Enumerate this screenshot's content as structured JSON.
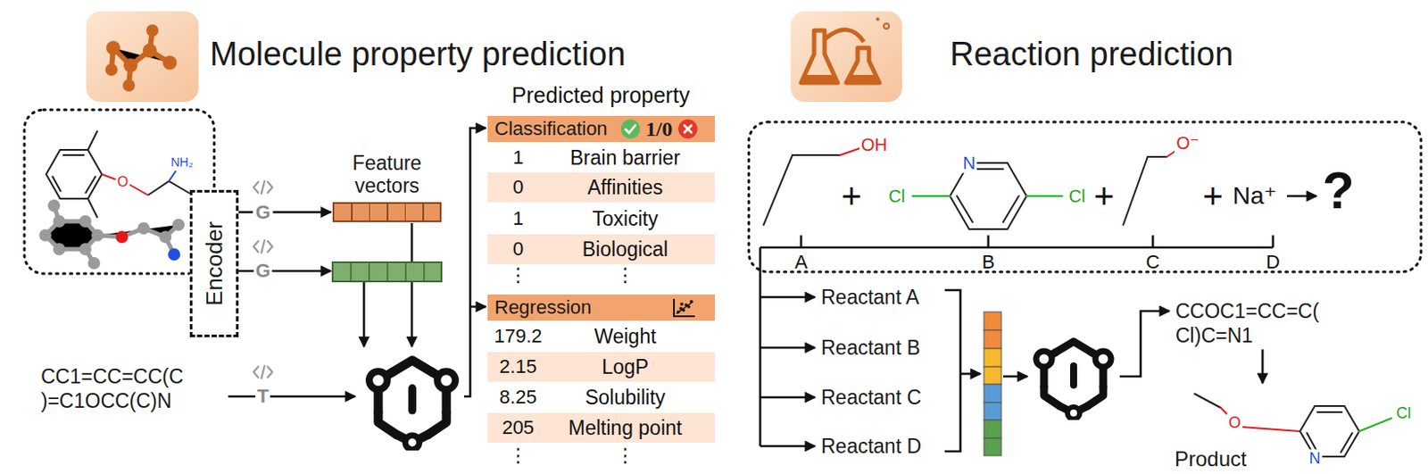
{
  "diagram": {
    "nodes": [
      {
        "text": [
          "Encoder"
        ]
      },
      {
        "text": [
          "Feature vectors"
        ]
      },
      {
        "text": [
          "CC1=CC=CC(C )=C1OCC(C)N"
        ]
      },
      {
        "text": [
          "Classification",
          "1/0"
        ]
      },
      {
        "text": [
          "Regression"
        ]
      },
      {
        "text": [
          "Reactant A"
        ]
      },
      {
        "text": [
          "Reactant B"
        ]
      },
      {
        "text": [
          "Reactant C"
        ]
      },
      {
        "text": [
          "Reactant D"
        ]
      },
      {
        "text": [
          "CCOC1=CC=C( Cl)C=N1"
        ]
      },
      {
        "text": [
          "Product"
        ]
      }
    ],
    "edges": [
      {
        "from": 0,
        "to": 1,
        "arrow": "to",
        "label": "G"
      },
      {
        "from": 9,
        "to": 10,
        "arrow": "to"
      }
    ],
    "labels": [
      "Molecule property prediction",
      "Reaction prediction",
      "NH₂",
      "O",
      "G",
      "T",
      "Predicted property",
      "1",
      "Brain barrier",
      "0",
      "Affinities",
      "1",
      "Toxicity",
      "0",
      "Biological",
      "⋮",
      "⋮",
      "179.2",
      "Weight",
      "2.15",
      "LogP",
      "8.25",
      "Solubility",
      "205",
      "Melting point",
      "⋮",
      "⋮",
      "OH",
      "+",
      "N",
      "Cl",
      "Cl",
      "+",
      "O⁻",
      "+",
      "Na⁺",
      "?",
      "A",
      "B",
      "C",
      "D",
      "O",
      "N",
      "Cl"
    ]
  }
}
